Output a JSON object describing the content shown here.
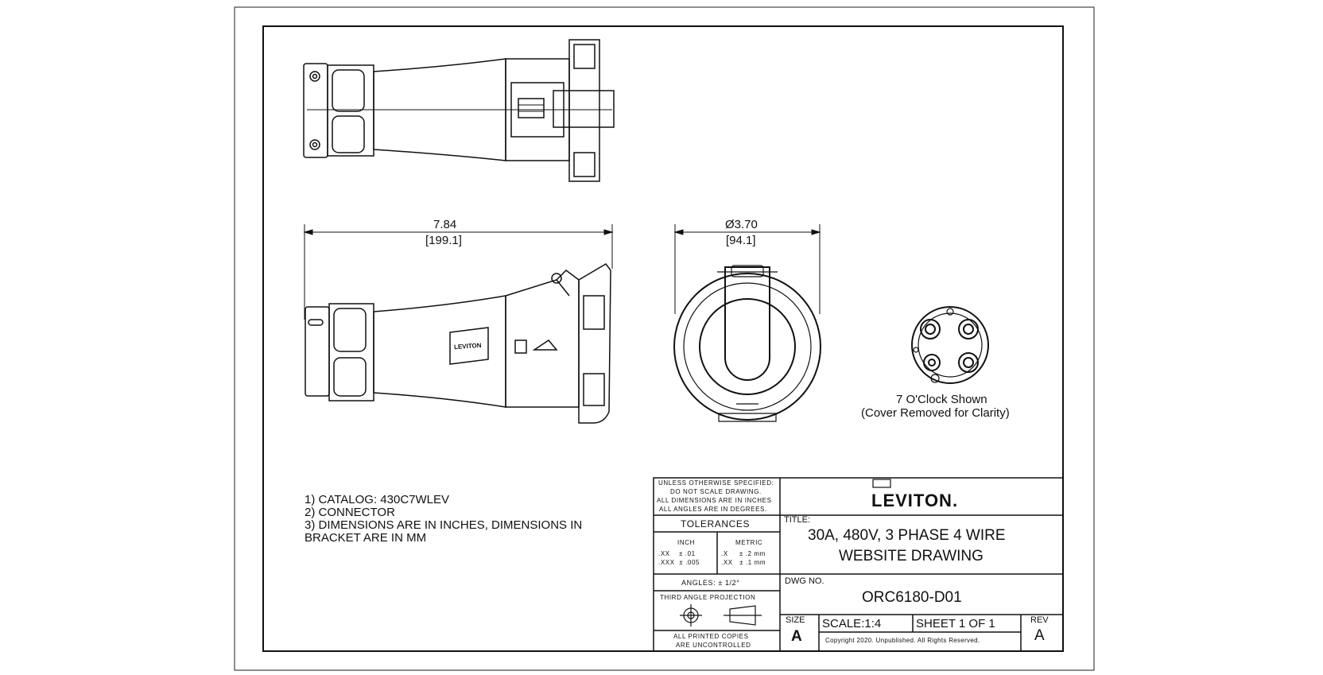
{
  "views": {
    "dimensions": {
      "length_in": "7.84",
      "length_mm": "[199.1]",
      "diameter_in": "Ø3.70",
      "diameter_mm": "[94.1]"
    },
    "face_view": {
      "caption_line1": "7 O'Clock Shown",
      "caption_line2": "(Cover Removed for Clarity)"
    },
    "brand_markings": {
      "body_logo": "LEVITON"
    }
  },
  "notes": [
    "1) CATALOG: 430C7WLEV",
    "2) CONNECTOR",
    "3) DIMENSIONS ARE IN INCHES, DIMENSIONS IN",
    "BRACKET ARE IN MM"
  ],
  "title_block": {
    "unless_note": [
      "UNLESS OTHERWISE SPECIFIED:",
      "DO NOT SCALE DRAWING.",
      "ALL DIMENSIONS ARE IN INCHES",
      "ALL ANGLES ARE IN DEGREES."
    ],
    "tolerances_label": "TOLERANCES",
    "inch_label": "INCH",
    "metric_label": "METRIC",
    "inch_row1": ".XX    ± .01",
    "inch_row2": ".XXX  ± .005",
    "metric_row1": ".X     ± .2 mm",
    "metric_row2": ".XX   ± .1 mm",
    "angles": "ANGLES: ± 1/2°",
    "projection_label": "THIRD ANGLE PROJECTION",
    "copies_line1": "ALL PRINTED COPIES",
    "copies_line2": "ARE UNCONTROLLED",
    "company_logo": "LEVITON.",
    "title_label": "TITLE:",
    "title_line1": "30A, 480V, 3 PHASE 4 WIRE",
    "title_line2": "WEBSITE DRAWING",
    "dwg_label": "DWG NO.",
    "dwg_number": "ORC6180-D01",
    "size_label": "SIZE",
    "size_value": "A",
    "scale": "SCALE:1:4",
    "sheet": "SHEET 1 OF 1",
    "rev_label": "REV",
    "rev_value": "A",
    "copyright": "Copyright 2020. Unpublished. All Rights Reserved."
  }
}
